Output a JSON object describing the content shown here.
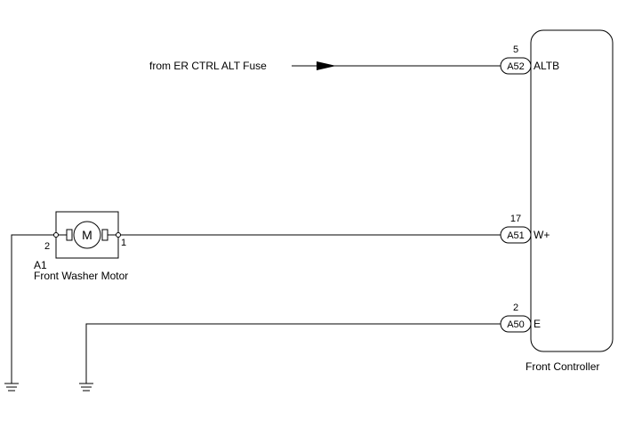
{
  "source": {
    "label": "from ER CTRL ALT Fuse"
  },
  "controller": {
    "name": "Front Controller",
    "connectors": [
      {
        "code": "A52",
        "pin": "5",
        "terminal": "ALTB"
      },
      {
        "code": "A51",
        "pin": "17",
        "terminal": "W+"
      },
      {
        "code": "A50",
        "pin": "2",
        "terminal": "E"
      }
    ]
  },
  "motor": {
    "id": "A1",
    "name": "Front Washer Motor",
    "symbol": "M",
    "pin_left": "2",
    "pin_right": "1"
  },
  "icons": [
    "arrow-right-icon",
    "ground-icon",
    "motor-icon"
  ]
}
